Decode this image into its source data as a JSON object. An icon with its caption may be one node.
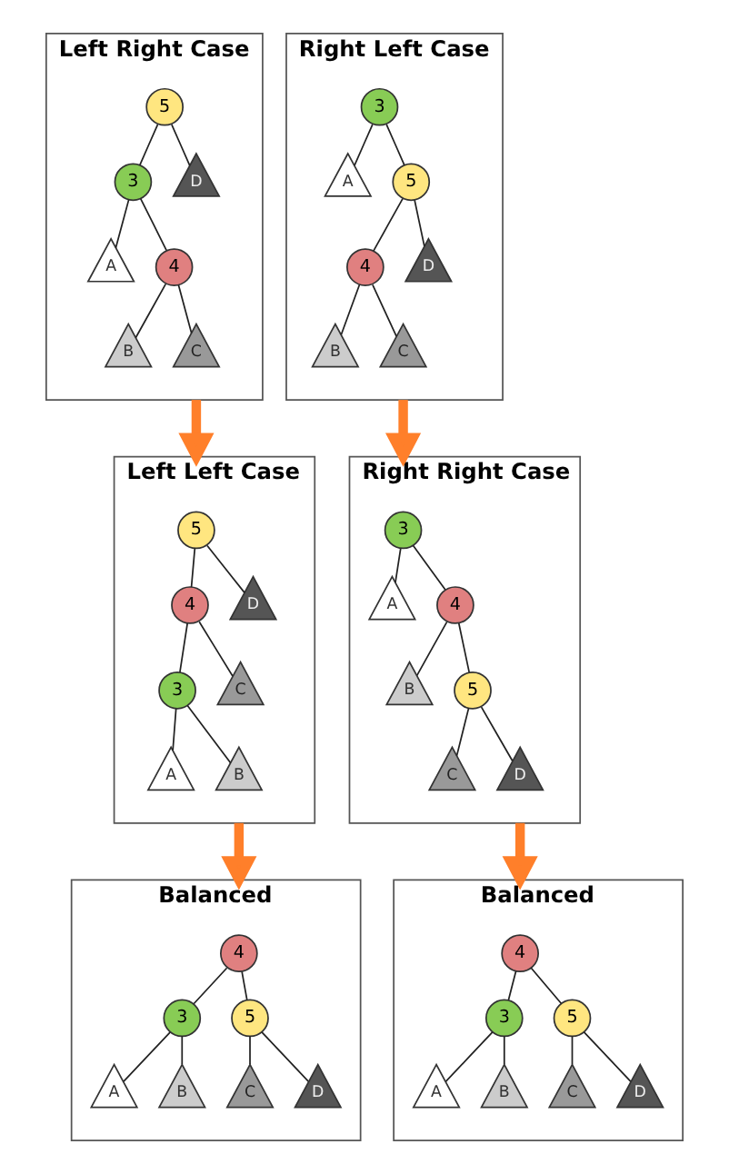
{
  "diagram": {
    "nodes": [
      {
        "text": [
          "Left Right Case"
        ]
      },
      {
        "text": [
          "5"
        ],
        "in": 0
      },
      {
        "text": [
          "3"
        ],
        "in": 0
      },
      {
        "text": [
          "D"
        ],
        "in": 0
      },
      {
        "text": [
          "A"
        ],
        "in": 0
      },
      {
        "text": [
          "4"
        ],
        "in": 0
      },
      {
        "text": [
          "B"
        ],
        "in": 0
      },
      {
        "text": [
          "C"
        ],
        "in": 0
      },
      {
        "text": [
          "Right Left Case"
        ]
      },
      {
        "text": [
          "3"
        ],
        "in": 8
      },
      {
        "text": [
          "A"
        ],
        "in": 8
      },
      {
        "text": [
          "5"
        ],
        "in": 8
      },
      {
        "text": [
          "4"
        ],
        "in": 8
      },
      {
        "text": [
          "D"
        ],
        "in": 8
      },
      {
        "text": [
          "B"
        ],
        "in": 8
      },
      {
        "text": [
          "C"
        ],
        "in": 8
      },
      {
        "text": [
          "Left Left Case"
        ]
      },
      {
        "text": [
          "5"
        ],
        "in": 16
      },
      {
        "text": [
          "4"
        ],
        "in": 16
      },
      {
        "text": [
          "D"
        ],
        "in": 16
      },
      {
        "text": [
          "3"
        ],
        "in": 16
      },
      {
        "text": [
          "C"
        ],
        "in": 16
      },
      {
        "text": [
          "A"
        ],
        "in": 16
      },
      {
        "text": [
          "B"
        ],
        "in": 16
      },
      {
        "text": [
          "Right Right Case"
        ]
      },
      {
        "text": [
          "3"
        ],
        "in": 24
      },
      {
        "text": [
          "A"
        ],
        "in": 24
      },
      {
        "text": [
          "4"
        ],
        "in": 24
      },
      {
        "text": [
          "B"
        ],
        "in": 24
      },
      {
        "text": [
          "5"
        ],
        "in": 24
      },
      {
        "text": [
          "C"
        ],
        "in": 24
      },
      {
        "text": [
          "D"
        ],
        "in": 24
      },
      {
        "text": [
          "Balanced"
        ]
      },
      {
        "text": [
          "4"
        ],
        "in": 32
      },
      {
        "text": [
          "3"
        ],
        "in": 32
      },
      {
        "text": [
          "5"
        ],
        "in": 32
      },
      {
        "text": [
          "A"
        ],
        "in": 32
      },
      {
        "text": [
          "B"
        ],
        "in": 32
      },
      {
        "text": [
          "C"
        ],
        "in": 32
      },
      {
        "text": [
          "D"
        ],
        "in": 32
      },
      {
        "text": [
          "Balanced"
        ]
      },
      {
        "text": [
          "4"
        ],
        "in": 40
      },
      {
        "text": [
          "3"
        ],
        "in": 40
      },
      {
        "text": [
          "5"
        ],
        "in": 40
      },
      {
        "text": [
          "A"
        ],
        "in": 40
      },
      {
        "text": [
          "B"
        ],
        "in": 40
      },
      {
        "text": [
          "C"
        ],
        "in": 40
      },
      {
        "text": [
          "D"
        ],
        "in": 40
      }
    ],
    "edges": [
      {
        "from": 1,
        "to": 2,
        "arrow": "none"
      },
      {
        "from": 1,
        "to": 3,
        "arrow": "none"
      },
      {
        "from": 2,
        "to": 4,
        "arrow": "none"
      },
      {
        "from": 2,
        "to": 5,
        "arrow": "none"
      },
      {
        "from": 5,
        "to": 6,
        "arrow": "none"
      },
      {
        "from": 5,
        "to": 7,
        "arrow": "none"
      },
      {
        "from": 9,
        "to": 10,
        "arrow": "none"
      },
      {
        "from": 9,
        "to": 11,
        "arrow": "none"
      },
      {
        "from": 11,
        "to": 12,
        "arrow": "none"
      },
      {
        "from": 11,
        "to": 13,
        "arrow": "none"
      },
      {
        "from": 12,
        "to": 14,
        "arrow": "none"
      },
      {
        "from": 12,
        "to": 15,
        "arrow": "none"
      },
      {
        "from": 17,
        "to": 18,
        "arrow": "none"
      },
      {
        "from": 17,
        "to": 19,
        "arrow": "none"
      },
      {
        "from": 18,
        "to": 20,
        "arrow": "none"
      },
      {
        "from": 18,
        "to": 21,
        "arrow": "none"
      },
      {
        "from": 20,
        "to": 22,
        "arrow": "none"
      },
      {
        "from": 20,
        "to": 23,
        "arrow": "none"
      },
      {
        "from": 25,
        "to": 26,
        "arrow": "none"
      },
      {
        "from": 25,
        "to": 27,
        "arrow": "none"
      },
      {
        "from": 27,
        "to": 28,
        "arrow": "none"
      },
      {
        "from": 27,
        "to": 29,
        "arrow": "none"
      },
      {
        "from": 29,
        "to": 30,
        "arrow": "none"
      },
      {
        "from": 29,
        "to": 31,
        "arrow": "none"
      },
      {
        "from": 33,
        "to": 34,
        "arrow": "none"
      },
      {
        "from": 33,
        "to": 35,
        "arrow": "none"
      },
      {
        "from": 34,
        "to": 36,
        "arrow": "none"
      },
      {
        "from": 34,
        "to": 37,
        "arrow": "none"
      },
      {
        "from": 35,
        "to": 38,
        "arrow": "none"
      },
      {
        "from": 35,
        "to": 39,
        "arrow": "none"
      },
      {
        "from": 41,
        "to": 42,
        "arrow": "none"
      },
      {
        "from": 41,
        "to": 43,
        "arrow": "none"
      },
      {
        "from": 42,
        "to": 44,
        "arrow": "none"
      },
      {
        "from": 42,
        "to": 45,
        "arrow": "none"
      },
      {
        "from": 43,
        "to": 46,
        "arrow": "none"
      },
      {
        "from": 43,
        "to": 47,
        "arrow": "none"
      },
      {
        "from": 0,
        "to": 16,
        "arrow": "to",
        "style": "thick",
        "color": "#ff7f2a"
      },
      {
        "from": 8,
        "to": 24,
        "arrow": "to",
        "style": "thick",
        "color": "#ff7f2a"
      },
      {
        "from": 16,
        "to": 32,
        "arrow": "to",
        "style": "thick",
        "color": "#ff7f2a"
      },
      {
        "from": 24,
        "to": 40,
        "arrow": "to",
        "style": "thick",
        "color": "#ff7f2a"
      }
    ]
  }
}
